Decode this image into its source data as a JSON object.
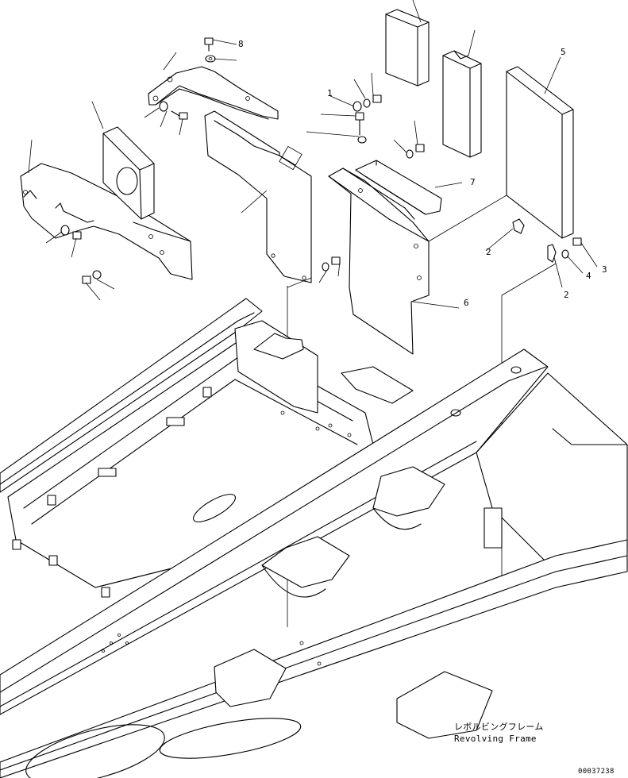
{
  "caption": {
    "japanese": "レボルビングフレーム",
    "english": "Revolving Frame"
  },
  "drawing_id": "00037238",
  "callouts": [
    "8",
    "1",
    "2",
    "4",
    "3",
    "2",
    "5",
    "6",
    "7"
  ],
  "icons": [
    "exploded-parts-diagram"
  ]
}
